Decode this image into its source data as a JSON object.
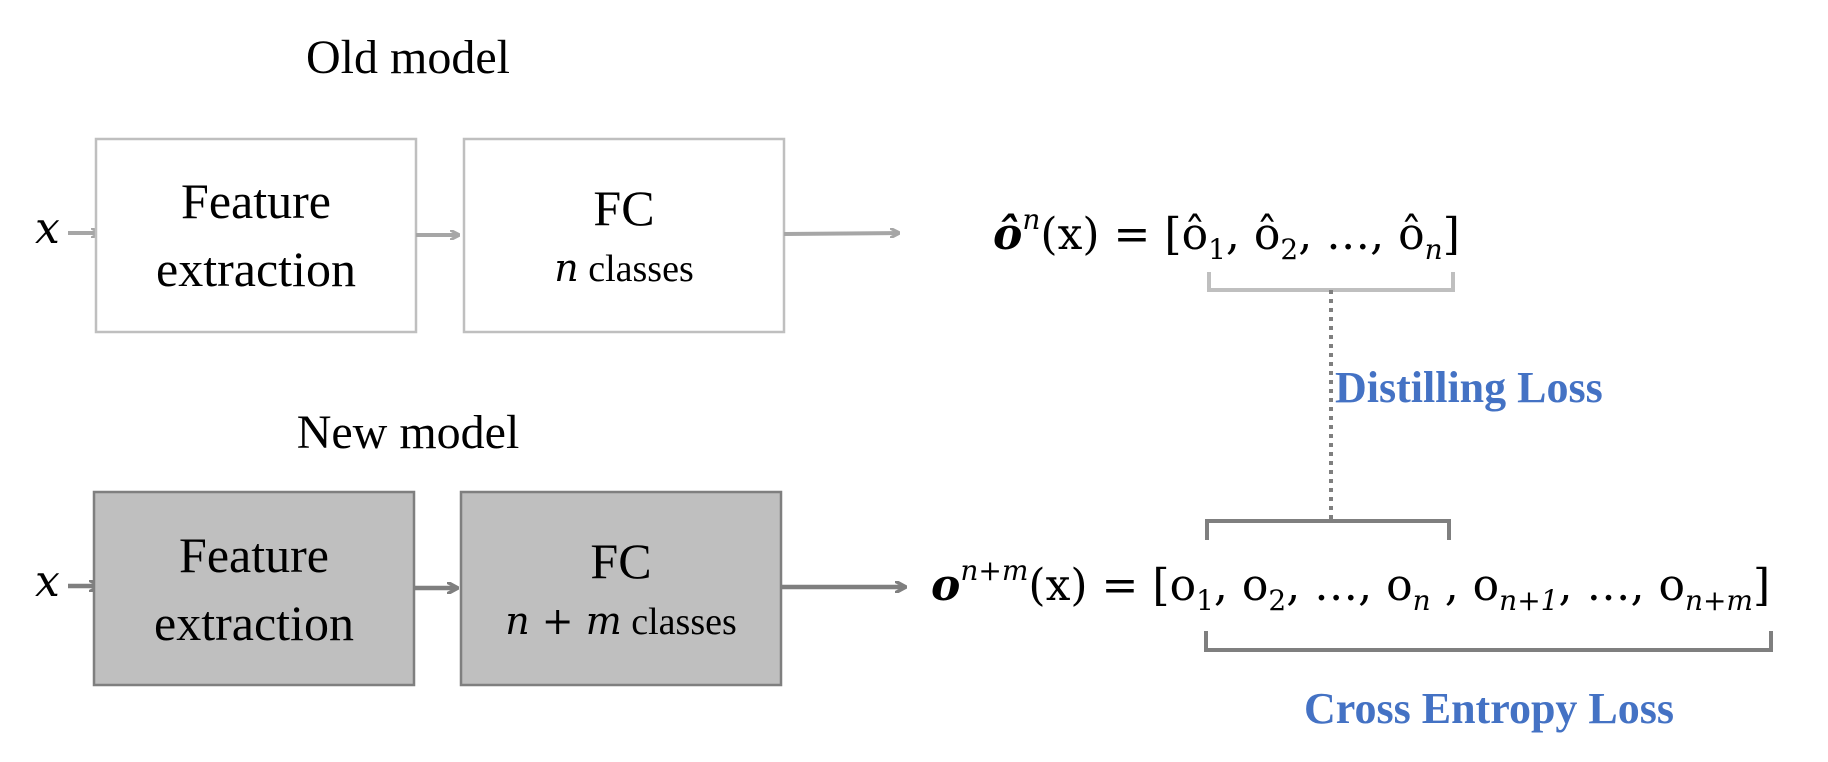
{
  "old_model": {
    "title": "Old model",
    "input_label": "x",
    "feature_box": {
      "line1": "Feature",
      "line2": "extraction"
    },
    "fc_box": {
      "title": "FC",
      "classes_var": "n",
      "classes_word": " classes"
    },
    "output": {
      "lhs": "ô",
      "sup": "n",
      "arg": "(x) = [",
      "items": [
        {
          "base": "ô",
          "sub": "1",
          "sep": ", "
        },
        {
          "base": "ô",
          "sub": "2",
          "sep": ", …, "
        },
        {
          "base": "ô",
          "sub": "n",
          "sep": "]"
        }
      ]
    }
  },
  "new_model": {
    "title": "New model",
    "input_label": "x",
    "feature_box": {
      "line1": "Feature",
      "line2": "extraction"
    },
    "fc_box": {
      "title": "FC",
      "classes_var": "n + m",
      "classes_word": " classes"
    },
    "output": {
      "lhs": "o",
      "sup": "n+m",
      "arg": "(x) = [",
      "items": [
        {
          "base": "o",
          "sub": "1",
          "sep": ", "
        },
        {
          "base": "o",
          "sub": "2",
          "sep": ", …, "
        },
        {
          "base": "o",
          "sub": "n",
          "sep": " , "
        },
        {
          "base": "o",
          "sub": "n+1",
          "sep": ", …, "
        },
        {
          "base": "o",
          "sub": "n+m",
          "sep": "]"
        }
      ]
    }
  },
  "losses": {
    "distilling": "Distilling Loss",
    "cross_entropy": "Cross Entropy Loss"
  },
  "colors": {
    "old_stroke": "#bfbfbf",
    "old_arrow": "#a6a6a6",
    "new_fill": "#bfbfbf",
    "new_stroke": "#7f7f7f",
    "new_arrow": "#7f7f7f",
    "loss_text": "#4472C4"
  }
}
